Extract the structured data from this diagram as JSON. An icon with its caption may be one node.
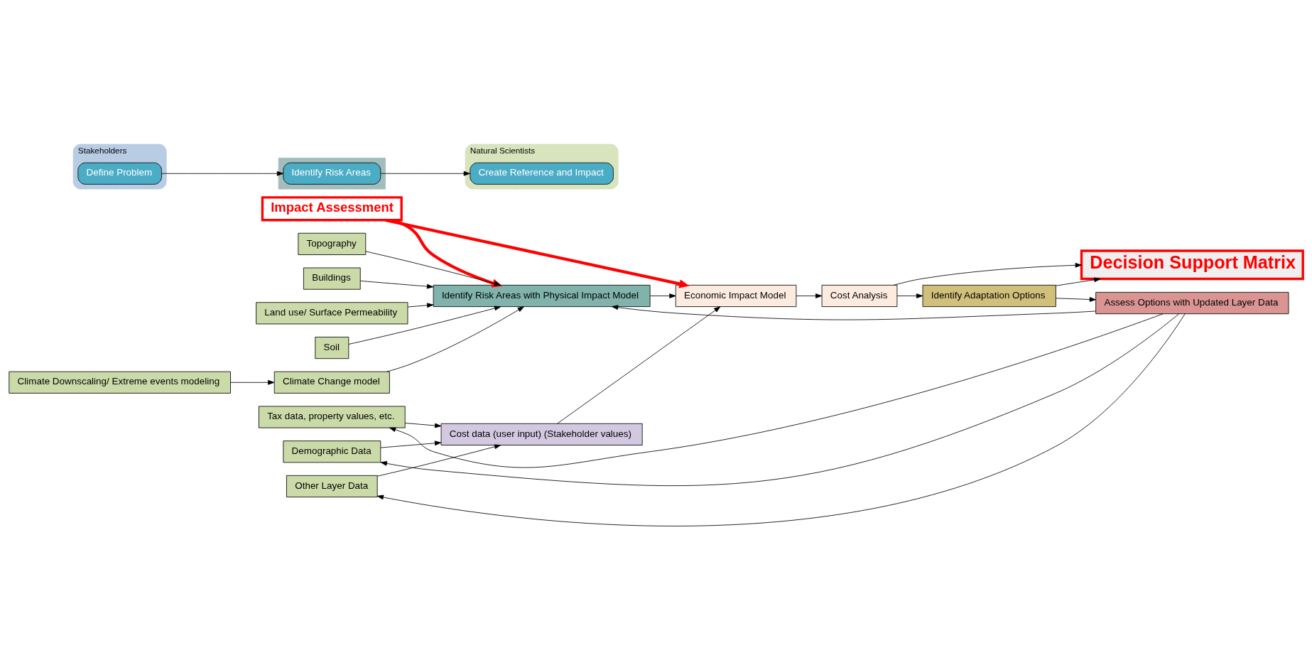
{
  "diagram": {
    "nodes": [
      {
        "text": [
          "Impact Assessment"
        ]
      },
      {
        "text": [
          "Topography"
        ]
      },
      {
        "text": [
          "Buildings"
        ]
      },
      {
        "text": [
          "Land use/ Surface Permeability"
        ]
      },
      {
        "text": [
          "Soil"
        ]
      },
      {
        "text": [
          "Climate Change model"
        ]
      },
      {
        "text": [
          "Climate Downscaling/ Extreme events modeling"
        ]
      },
      {
        "text": [
          "Identify Risk Areas with Physical Impact Model"
        ]
      },
      {
        "text": [
          "Economic Impact Model"
        ]
      },
      {
        "text": [
          "Cost Analysis"
        ]
      },
      {
        "text": [
          "Decision Support Matrix"
        ]
      },
      {
        "text": [
          "Cost data (user input) (Stakeholder values)"
        ]
      },
      {
        "text": [
          "Identify Adaptation Options"
        ]
      },
      {
        "text": [
          "Tax data, property values, etc."
        ]
      },
      {
        "text": [
          "Demographic Data"
        ]
      },
      {
        "text": [
          "Other Layer Data"
        ]
      },
      {
        "text": [
          "Assess Options with Updated Layer Data"
        ]
      },
      {
        "text": [
          "Stakeholders"
        ]
      },
      {
        "text": [],
        "shape": "box"
      },
      {
        "text": [
          "Natural Scientists"
        ]
      },
      {
        "text": [
          "Define Problem"
        ],
        "in": 17
      },
      {
        "text": [
          "Identify Risk Areas"
        ],
        "in": 18
      },
      {
        "text": [
          "Create Reference and Impact"
        ],
        "in": 19
      }
    ],
    "edges": [
      {
        "from": 0,
        "to": 7,
        "arrow": "to",
        "style": "thick",
        "color": "#ff0000"
      },
      {
        "from": 0,
        "to": 8,
        "arrow": "to",
        "style": "thick",
        "color": "#ff0000"
      },
      {
        "from": 1,
        "to": 7,
        "arrow": "to"
      },
      {
        "from": 2,
        "to": 7,
        "arrow": "to"
      },
      {
        "from": 3,
        "to": 7,
        "arrow": "to"
      },
      {
        "from": 4,
        "to": 7,
        "arrow": "to"
      },
      {
        "from": 5,
        "to": 7,
        "arrow": "to"
      },
      {
        "from": 6,
        "to": 5,
        "arrow": "to"
      },
      {
        "from": 7,
        "to": 8,
        "arrow": "to"
      },
      {
        "from": 11,
        "to": 8,
        "arrow": "to"
      },
      {
        "from": 8,
        "to": 9,
        "arrow": "to"
      },
      {
        "from": 9,
        "to": 12,
        "arrow": "to"
      },
      {
        "from": 9,
        "to": 10,
        "arrow": "to"
      },
      {
        "from": 12,
        "to": 10,
        "arrow": "to"
      },
      {
        "from": 12,
        "to": 16,
        "arrow": "to"
      },
      {
        "from": 16,
        "to": 7,
        "arrow": "to"
      },
      {
        "from": 16,
        "to": 13,
        "arrow": "to"
      },
      {
        "from": 16,
        "to": 14,
        "arrow": "to"
      },
      {
        "from": 16,
        "to": 15,
        "arrow": "to"
      },
      {
        "from": 13,
        "to": 11,
        "arrow": "to"
      },
      {
        "from": 14,
        "to": 11,
        "arrow": "to"
      },
      {
        "from": 15,
        "to": 11,
        "arrow": "to"
      },
      {
        "from": 20,
        "to": 21,
        "arrow": "to"
      },
      {
        "from": 21,
        "to": 22,
        "arrow": "to"
      }
    ]
  }
}
